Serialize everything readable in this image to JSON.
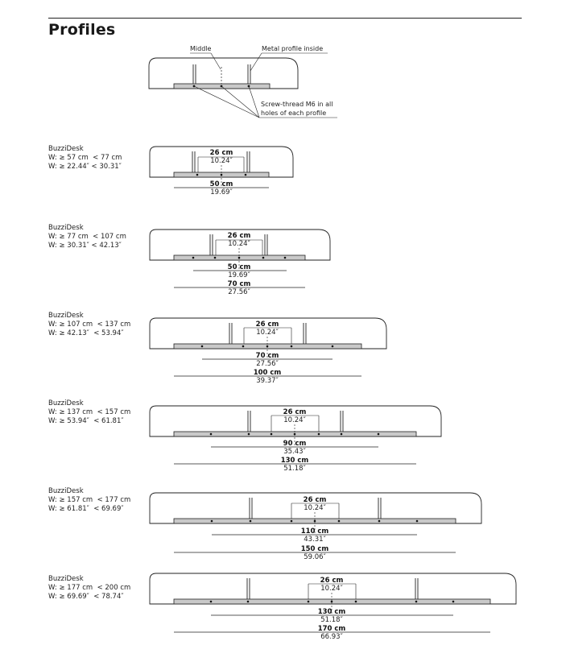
{
  "title": "Profiles",
  "overview": {
    "label_middle": "Middle",
    "label_metal": "Metal profile inside",
    "label_screw_line1": "Screw-thread M6 in all",
    "label_screw_line2": "holes of each profile"
  },
  "configs": [
    {
      "name": "BuzziDesk",
      "range_cm": "W: ≥ 57 cm  < 77 cm",
      "range_in": "W: ≥ 22.44″ < 30.31″",
      "inner": {
        "cm": "26 cm",
        "in": "10.24″"
      },
      "dims": [
        {
          "cm": "50 cm",
          "in": "19.69″"
        }
      ]
    },
    {
      "name": "BuzziDesk",
      "range_cm": "W: ≥ 77 cm  < 107 cm",
      "range_in": "W: ≥ 30.31″ < 42.13″",
      "inner": {
        "cm": "26 cm",
        "in": "10.24″"
      },
      "dims": [
        {
          "cm": "50 cm",
          "in": "19.69″"
        },
        {
          "cm": "70 cm",
          "in": "27.56″"
        }
      ]
    },
    {
      "name": "BuzziDesk",
      "range_cm": "W: ≥ 107 cm  < 137 cm",
      "range_in": "W: ≥ 42.13″  < 53.94″",
      "inner": {
        "cm": "26 cm",
        "in": "10.24″"
      },
      "dims": [
        {
          "cm": "70 cm",
          "in": "27.56″"
        },
        {
          "cm": "100 cm",
          "in": "39.37″"
        }
      ]
    },
    {
      "name": "BuzziDesk",
      "range_cm": "W: ≥ 137 cm  < 157 cm",
      "range_in": "W: ≥ 53.94″  < 61.81″",
      "inner": {
        "cm": "26 cm",
        "in": "10.24″"
      },
      "dims": [
        {
          "cm": "90 cm",
          "in": "35.43″"
        },
        {
          "cm": "130 cm",
          "in": "51.18″"
        }
      ]
    },
    {
      "name": "BuzziDesk",
      "range_cm": "W: ≥ 157 cm  < 177 cm",
      "range_in": "W: ≥ 61.81″  < 69.69″",
      "inner": {
        "cm": "26 cm",
        "in": "10.24″"
      },
      "dims": [
        {
          "cm": "110 cm",
          "in": "43.31″"
        },
        {
          "cm": "150 cm",
          "in": "59.06″"
        }
      ]
    },
    {
      "name": "BuzziDesk",
      "range_cm": "W: ≥ 177 cm  < 200 cm",
      "range_in": "W: ≥ 69.69″  < 78.74″",
      "inner": {
        "cm": "26 cm",
        "in": "10.24″"
      },
      "dims": [
        {
          "cm": "130 cm",
          "in": "51.18″"
        },
        {
          "cm": "170 cm",
          "in": "66.93″"
        }
      ]
    }
  ]
}
